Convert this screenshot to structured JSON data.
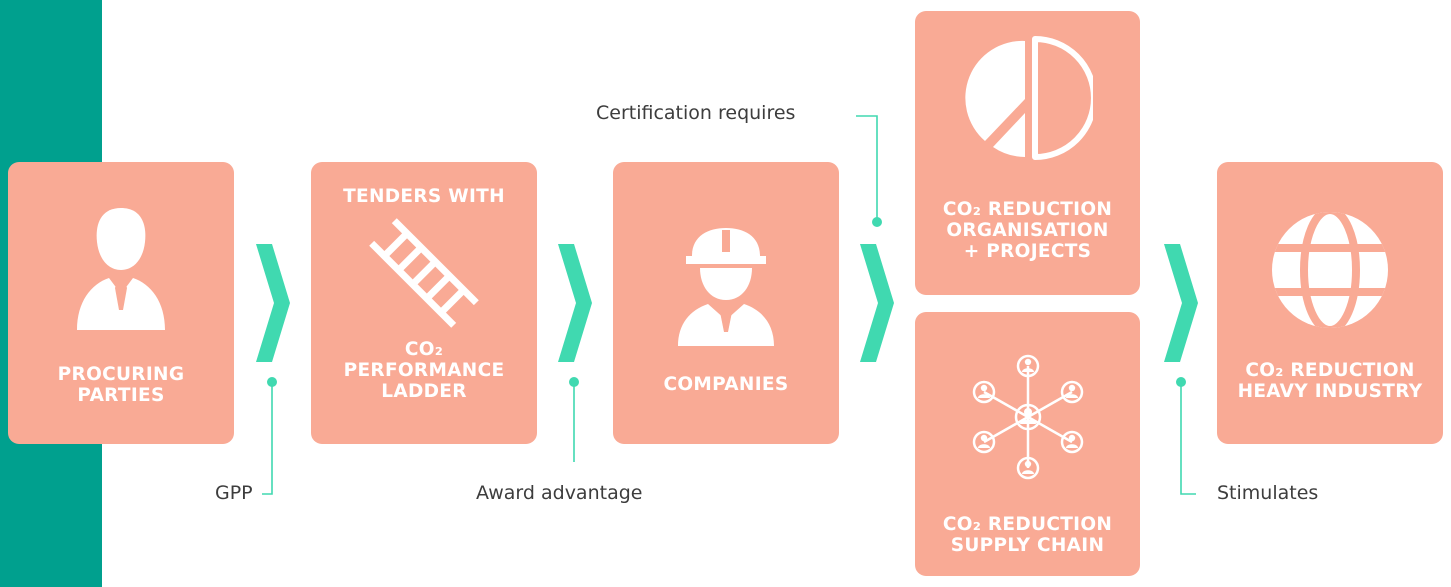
{
  "colors": {
    "accent_teal": "#00a08e",
    "card_salmon": "#f9aa95",
    "arrow_green": "#40d9b0",
    "connector": "#40d9b0",
    "text_dark": "#3d3d3d"
  },
  "cards": {
    "procuring": {
      "line1": "PROCURING",
      "line2": "PARTIES",
      "icon": "business-person-icon"
    },
    "tenders": {
      "top": "TENDERS WITH",
      "line1": "CO₂",
      "line2": "PERFORMANCE",
      "line3": "LADDER",
      "icon": "ladder-icon"
    },
    "companies": {
      "line1": "COMPANIES",
      "icon": "construction-worker-icon"
    },
    "org_projects": {
      "line1": "CO₂ REDUCTION",
      "line2": "ORGANISATION",
      "line3": "+ PROJECTS",
      "icon": "pie-chart-icon"
    },
    "supply_chain": {
      "line1": "CO₂ REDUCTION",
      "line2": "SUPPLY CHAIN",
      "icon": "network-people-icon"
    },
    "heavy_industry": {
      "line1": "CO₂ REDUCTION",
      "line2": "HEAVY INDUSTRY",
      "icon": "globe-icon"
    }
  },
  "annotations": {
    "gpp": "GPP",
    "award": "Award advantage",
    "certification": "Certification requires",
    "stimulates": "Stimulates"
  }
}
